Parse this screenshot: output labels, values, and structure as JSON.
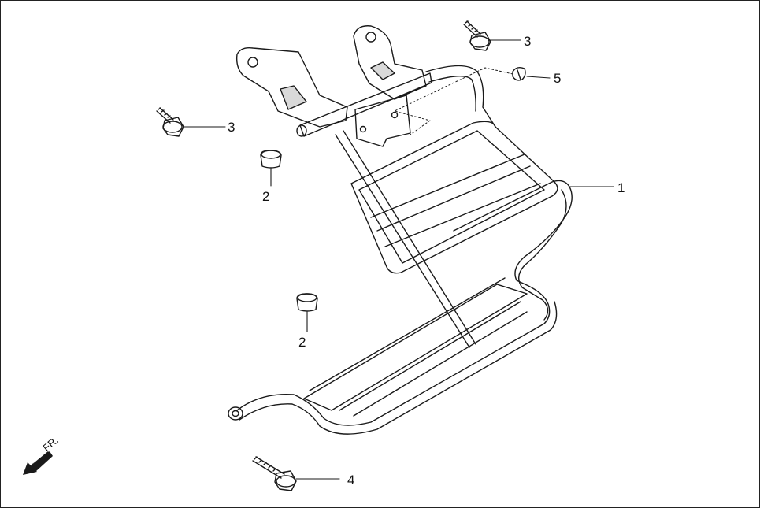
{
  "diagram": {
    "callouts": [
      {
        "id": "1",
        "text": "1"
      },
      {
        "id": "2a",
        "text": "2"
      },
      {
        "id": "2b",
        "text": "2"
      },
      {
        "id": "3a",
        "text": "3"
      },
      {
        "id": "3b",
        "text": "3"
      },
      {
        "id": "4",
        "text": "4"
      },
      {
        "id": "5",
        "text": "5"
      }
    ],
    "direction_label": "FR.",
    "colors": {
      "line": "#1a1a1a",
      "part_fill": "#ffffff",
      "shade": "#d9d9d9"
    }
  }
}
